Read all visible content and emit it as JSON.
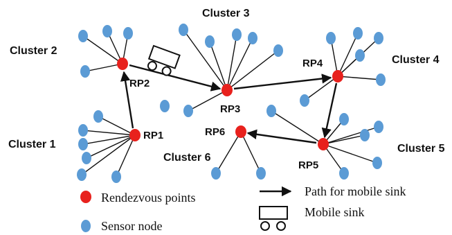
{
  "clusters": {
    "c1": "Cluster 1",
    "c2": "Cluster 2",
    "c3": "Cluster 3",
    "c4": "Cluster 4",
    "c5": "Cluster 5",
    "c6": "Cluster 6"
  },
  "rendezvous_points": {
    "rp1": "RP1",
    "rp2": "RP2",
    "rp3": "RP3",
    "rp4": "RP4",
    "rp5": "RP5",
    "rp6": "RP6"
  },
  "legend": {
    "rendezvous": "Rendezvous points",
    "sensor": "Sensor node",
    "path": "Path for mobile sink",
    "sink": "Mobile sink"
  },
  "colors": {
    "rendezvous": "#e8211d",
    "sensor": "#5b9bd5"
  }
}
